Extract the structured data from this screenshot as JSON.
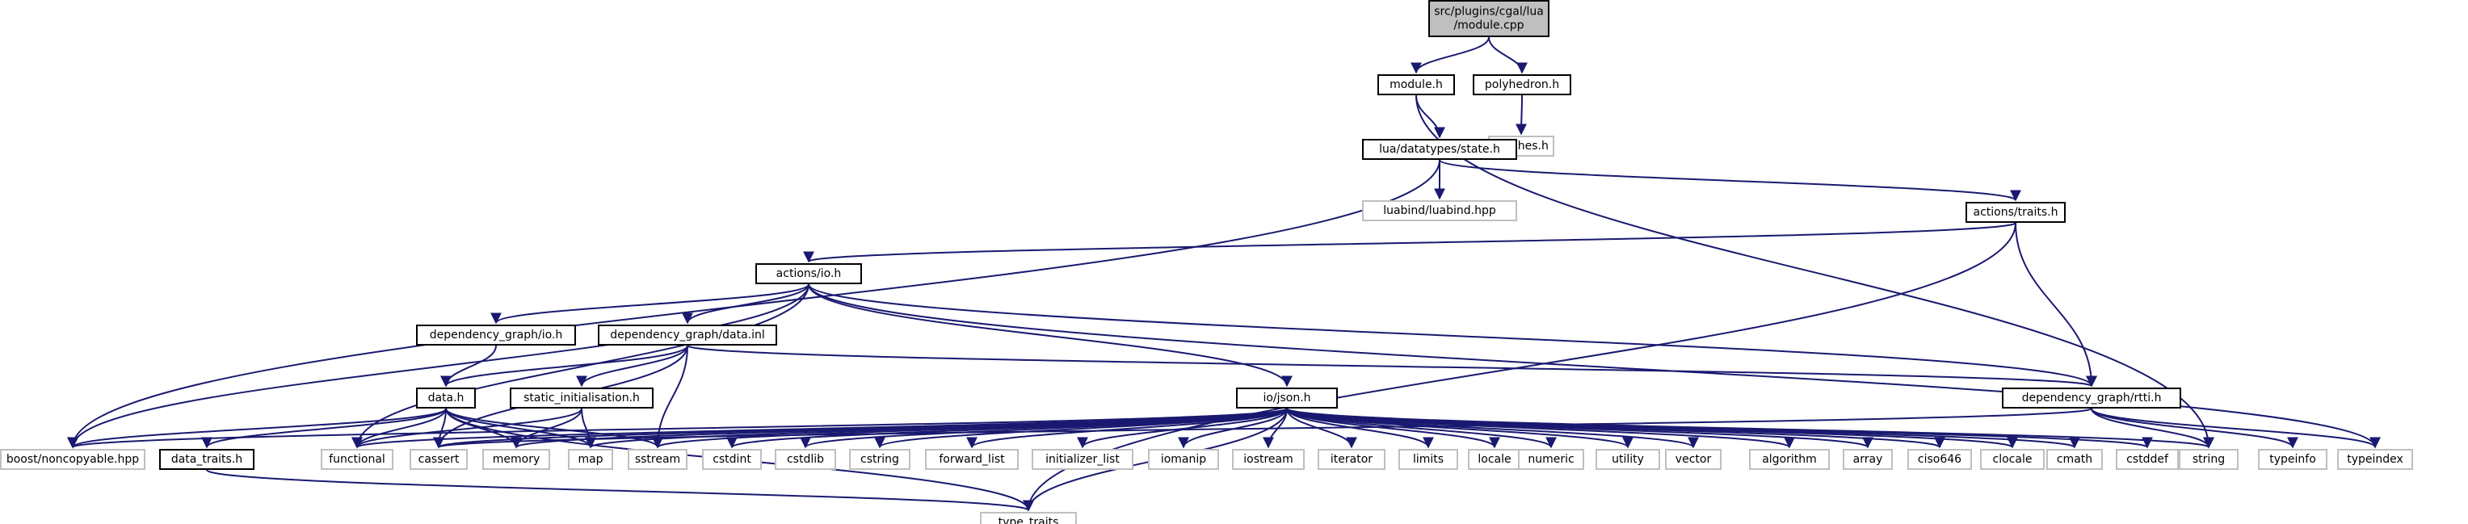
{
  "colors": {
    "edge": "#191970",
    "root_fill": "#bfbfbf",
    "local_border": "#000000",
    "system_border": "#bfbfbf"
  },
  "nodes": [
    {
      "id": "root",
      "kind": "root",
      "lines": [
        "src/plugins/cgal/lua",
        "/module.cpp"
      ]
    },
    {
      "id": "module_h",
      "kind": "local",
      "lines": [
        "module.h"
      ]
    },
    {
      "id": "polyhedron_h",
      "kind": "local",
      "lines": [
        "polyhedron.h"
      ]
    },
    {
      "id": "meshes_h",
      "kind": "system",
      "lines": [
        "meshes.h"
      ]
    },
    {
      "id": "state_h",
      "kind": "local",
      "lines": [
        "lua/datatypes/state.h"
      ]
    },
    {
      "id": "luabind",
      "kind": "system",
      "lines": [
        "luabind/luabind.hpp"
      ]
    },
    {
      "id": "traits_h",
      "kind": "local",
      "lines": [
        "actions/traits.h"
      ]
    },
    {
      "id": "io_h",
      "kind": "local",
      "lines": [
        "actions/io.h"
      ]
    },
    {
      "id": "dg_io",
      "kind": "local",
      "lines": [
        "dependency_graph/io.h"
      ]
    },
    {
      "id": "dg_data_inl",
      "kind": "local",
      "lines": [
        "dependency_graph/data.inl"
      ]
    },
    {
      "id": "rtti_h",
      "kind": "local",
      "lines": [
        "dependency_graph/rtti.h"
      ]
    },
    {
      "id": "data_h",
      "kind": "local",
      "lines": [
        "data.h"
      ]
    },
    {
      "id": "static_init",
      "kind": "local",
      "lines": [
        "static_initialisation.h"
      ]
    },
    {
      "id": "json_h",
      "kind": "local",
      "lines": [
        "io/json.h"
      ]
    },
    {
      "id": "data_traits",
      "kind": "local",
      "lines": [
        "data_traits.h"
      ]
    },
    {
      "id": "boost_nc",
      "kind": "system",
      "lines": [
        "boost/noncopyable.hpp"
      ]
    },
    {
      "id": "functional",
      "kind": "system",
      "lines": [
        "functional"
      ]
    },
    {
      "id": "cassert",
      "kind": "system",
      "lines": [
        "cassert"
      ]
    },
    {
      "id": "memory",
      "kind": "system",
      "lines": [
        "memory"
      ]
    },
    {
      "id": "map",
      "kind": "system",
      "lines": [
        "map"
      ]
    },
    {
      "id": "sstream",
      "kind": "system",
      "lines": [
        "sstream"
      ]
    },
    {
      "id": "cstdint",
      "kind": "system",
      "lines": [
        "cstdint"
      ]
    },
    {
      "id": "cstdlib",
      "kind": "system",
      "lines": [
        "cstdlib"
      ]
    },
    {
      "id": "cstring",
      "kind": "system",
      "lines": [
        "cstring"
      ]
    },
    {
      "id": "forward_list",
      "kind": "system",
      "lines": [
        "forward_list"
      ]
    },
    {
      "id": "initializer_list",
      "kind": "system",
      "lines": [
        "initializer_list"
      ]
    },
    {
      "id": "iomanip",
      "kind": "system",
      "lines": [
        "iomanip"
      ]
    },
    {
      "id": "iostream",
      "kind": "system",
      "lines": [
        "iostream"
      ]
    },
    {
      "id": "iterator",
      "kind": "system",
      "lines": [
        "iterator"
      ]
    },
    {
      "id": "limits",
      "kind": "system",
      "lines": [
        "limits"
      ]
    },
    {
      "id": "locale",
      "kind": "system",
      "lines": [
        "locale"
      ]
    },
    {
      "id": "numeric",
      "kind": "system",
      "lines": [
        "numeric"
      ]
    },
    {
      "id": "utility",
      "kind": "system",
      "lines": [
        "utility"
      ]
    },
    {
      "id": "vector",
      "kind": "system",
      "lines": [
        "vector"
      ]
    },
    {
      "id": "algorithm",
      "kind": "system",
      "lines": [
        "algorithm"
      ]
    },
    {
      "id": "array",
      "kind": "system",
      "lines": [
        "array"
      ]
    },
    {
      "id": "ciso646",
      "kind": "system",
      "lines": [
        "ciso646"
      ]
    },
    {
      "id": "clocale",
      "kind": "system",
      "lines": [
        "clocale"
      ]
    },
    {
      "id": "cmath",
      "kind": "system",
      "lines": [
        "cmath"
      ]
    },
    {
      "id": "cstddef",
      "kind": "system",
      "lines": [
        "cstddef"
      ]
    },
    {
      "id": "string",
      "kind": "system",
      "lines": [
        "string"
      ]
    },
    {
      "id": "typeinfo",
      "kind": "system",
      "lines": [
        "typeinfo"
      ]
    },
    {
      "id": "typeindex",
      "kind": "system",
      "lines": [
        "typeindex"
      ]
    },
    {
      "id": "type_traits",
      "kind": "system",
      "lines": [
        "type_traits"
      ]
    }
  ],
  "edges": [
    [
      "root",
      "module_h"
    ],
    [
      "root",
      "polyhedron_h"
    ],
    [
      "polyhedron_h",
      "meshes_h"
    ],
    [
      "module_h",
      "state_h"
    ],
    [
      "module_h",
      "string"
    ],
    [
      "state_h",
      "luabind"
    ],
    [
      "state_h",
      "traits_h"
    ],
    [
      "state_h",
      "boost_nc"
    ],
    [
      "traits_h",
      "io_h"
    ],
    [
      "traits_h",
      "rtti_h"
    ],
    [
      "traits_h",
      "type_traits"
    ],
    [
      "io_h",
      "dg_io"
    ],
    [
      "io_h",
      "dg_data_inl"
    ],
    [
      "io_h",
      "json_h"
    ],
    [
      "io_h",
      "rtti_h"
    ],
    [
      "io_h",
      "boost_nc"
    ],
    [
      "io_h",
      "functional"
    ],
    [
      "io_h",
      "typeindex"
    ],
    [
      "dg_io",
      "data_h"
    ],
    [
      "dg_data_inl",
      "data_h"
    ],
    [
      "dg_data_inl",
      "static_init"
    ],
    [
      "dg_data_inl",
      "rtti_h"
    ],
    [
      "dg_data_inl",
      "cassert"
    ],
    [
      "dg_data_inl",
      "sstream"
    ],
    [
      "data_h",
      "boost_nc"
    ],
    [
      "data_h",
      "data_traits"
    ],
    [
      "data_h",
      "functional"
    ],
    [
      "data_h",
      "cassert"
    ],
    [
      "data_h",
      "memory"
    ],
    [
      "data_h",
      "map"
    ],
    [
      "data_h",
      "sstream"
    ],
    [
      "data_h",
      "type_traits"
    ],
    [
      "static_init",
      "functional"
    ],
    [
      "static_init",
      "memory"
    ],
    [
      "static_init",
      "map"
    ],
    [
      "data_traits",
      "type_traits"
    ],
    [
      "rtti_h",
      "string"
    ],
    [
      "rtti_h",
      "typeinfo"
    ],
    [
      "rtti_h",
      "typeindex"
    ],
    [
      "rtti_h",
      "cassert"
    ],
    [
      "json_h",
      "boost_nc"
    ],
    [
      "json_h",
      "functional"
    ],
    [
      "json_h",
      "cassert"
    ],
    [
      "json_h",
      "memory"
    ],
    [
      "json_h",
      "map"
    ],
    [
      "json_h",
      "sstream"
    ],
    [
      "json_h",
      "cstdint"
    ],
    [
      "json_h",
      "cstdlib"
    ],
    [
      "json_h",
      "cstring"
    ],
    [
      "json_h",
      "forward_list"
    ],
    [
      "json_h",
      "initializer_list"
    ],
    [
      "json_h",
      "iomanip"
    ],
    [
      "json_h",
      "iostream"
    ],
    [
      "json_h",
      "iterator"
    ],
    [
      "json_h",
      "limits"
    ],
    [
      "json_h",
      "locale"
    ],
    [
      "json_h",
      "numeric"
    ],
    [
      "json_h",
      "utility"
    ],
    [
      "json_h",
      "vector"
    ],
    [
      "json_h",
      "algorithm"
    ],
    [
      "json_h",
      "array"
    ],
    [
      "json_h",
      "ciso646"
    ],
    [
      "json_h",
      "clocale"
    ],
    [
      "json_h",
      "cmath"
    ],
    [
      "json_h",
      "cstddef"
    ],
    [
      "json_h",
      "string"
    ],
    [
      "json_h",
      "type_traits"
    ]
  ]
}
